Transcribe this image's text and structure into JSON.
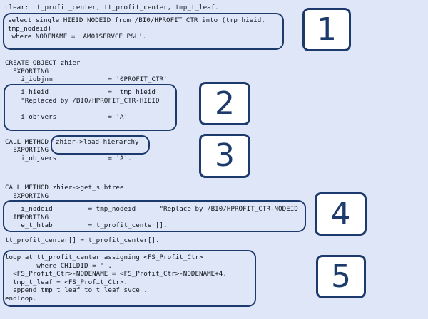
{
  "document": {
    "background_color": "#dfe6f7",
    "ink_color": "#111820",
    "accent_color": "#1c3a6b",
    "language": "ABAP"
  },
  "code_blocks": {
    "clear_stmt": "clear:  t_profit_center, tt_profit_center, tmp_t_leaf.",
    "select_stmt": "select single HIEID NODEID from /BI0/HPROFIT_CTR into (tmp_hieid,\ntmp_nodeid)\n where NODENAME = 'AM01SERVCE P&L'.",
    "create_object": "CREATE OBJECT zhier\n  EXPORTING\n    i_iobjnm              = '0PROFIT_CTR'",
    "create_object_inner": "    i_hieid               =  tmp_hieid\n    \"Replaced by /BI0/HPROFIT_CTR-HIEID\n\n    i_objvers             = 'A'",
    "call_load_hierarchy_prefix": "CALL METHOD ",
    "call_load_hierarchy_target": "zhier->load_hierarchy",
    "call_load_hierarchy_body": "  EXPORTING\n    i_objvers             = 'A'.",
    "call_get_subtree_head": "CALL METHOD zhier->get_subtree\n  EXPORTING",
    "call_get_subtree_body": "    i_nodeid         = tmp_nodeid      \"Replace by /BI0/HPROFIT_CTR-NODEID\n  IMPORTING\n    e_t_htab         = t_profit_center[].",
    "assign_stmt": "tt_profit_center[] = t_profit_center[].",
    "loop_block": "loop at tt_profit_center assigning <FS_Profit_Ctr>\n        where CHILDID = ''.\n  <FS_Profit_Ctr>-NODENAME = <FS_Profit_Ctr>-NODENAME+4.\n  tmp_t_leaf = <FS_Profit_Ctr>.\n  append tmp_t_leaf to t_leaf_svce .\nendloop."
  },
  "callouts": [
    {
      "number": "1"
    },
    {
      "number": "2"
    },
    {
      "number": "3"
    },
    {
      "number": "4"
    },
    {
      "number": "5"
    }
  ]
}
